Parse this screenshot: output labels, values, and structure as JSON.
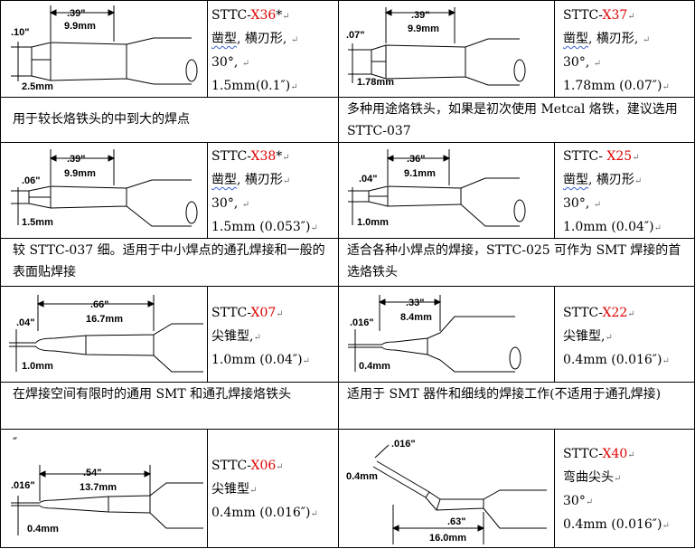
{
  "entries": [
    {
      "model_prefix": "STTC-",
      "model_code": "X36",
      "model_suffix": "*",
      "shape_word": "凿型",
      "shape_rest": ", 横刃形, ",
      "angle": "30°, ",
      "size": "1.5mm(0.1″)",
      "description": "用于较长烙铁头的中到大的焊点",
      "dims": {
        "length_in": ".39\"",
        "length_mm": "9.9mm",
        "width_in": ".10\"",
        "tip_mm": "2.5mm"
      }
    },
    {
      "model_prefix": "STTC-",
      "model_code": "X37",
      "model_suffix": "",
      "shape_word": "凿型",
      "shape_rest": ", 横刃形, ",
      "angle": "30°, ",
      "size": "1.78mm (0.07″)",
      "description": "多种用途烙铁头，如果是初次使用 Metcal 烙铁，建议选用 STTC-037",
      "dims": {
        "length_in": ".39\"",
        "length_mm": "9.9mm",
        "width_in": ".07\"",
        "tip_mm": "1.78mm"
      }
    },
    {
      "model_prefix": "STTC-",
      "model_code": "X38",
      "model_suffix": "*",
      "shape_word": "凿型",
      "shape_rest": ", 横刃形",
      "angle": "30°, ",
      "size": "1.5mm (0.053″)",
      "description": "较 STTC-037 细。适用于中小焊点的通孔焊接和一般的表面贴焊接",
      "dims": {
        "length_in": ".39\"",
        "length_mm": "9.9mm",
        "width_in": ".06\"",
        "tip_mm": "1.5mm"
      }
    },
    {
      "model_prefix": "STTC- ",
      "model_code": "X25",
      "model_suffix": "",
      "shape_word": "凿型",
      "shape_rest": ", 横刃形",
      "angle": "30°, ",
      "size": "1.0mm (0.04″)",
      "description": "适合各种小焊点的焊接，STTC-025 可作为 SMT 焊接的首选烙铁头",
      "dims": {
        "length_in": ".36\"",
        "length_mm": "9.1mm",
        "width_in": ".04\"",
        "tip_mm": "1.0mm"
      }
    },
    {
      "model_prefix": "STTC-",
      "model_code": "X07",
      "model_suffix": "",
      "shape_word": "",
      "shape_rest": "尖锥型,",
      "angle": "",
      "size": "1.0mm (0.04″)",
      "description": "在焊接空间有限时的通用 SMT 和通孔焊接烙铁头",
      "dims": {
        "length_in": ".66\"",
        "length_mm": "16.7mm",
        "width_in": ".04\"",
        "tip_mm": "1.0mm"
      }
    },
    {
      "model_prefix": "STTC-",
      "model_code": "X22",
      "model_suffix": "",
      "shape_word": "",
      "shape_rest": "尖锥型,",
      "angle": "",
      "size": "0.4mm (0.016″)",
      "description": "适用于 SMT 器件和细线的焊接工作(不适用于通孔焊接)",
      "dims": {
        "length_in": ".33\"",
        "length_mm": "8.4mm",
        "width_in": ".016\"",
        "tip_mm": "0.4mm"
      }
    },
    {
      "model_prefix": "STTC-",
      "model_code": "X06",
      "model_suffix": "",
      "shape_word": "",
      "shape_rest": "尖锥型",
      "angle": "",
      "size": "0.4mm (0.016″)",
      "description": "",
      "stray_mark": "″",
      "dims": {
        "length_in": ".54\"",
        "length_mm": "13.7mm",
        "width_in": ".016\"",
        "tip_mm": "0.4mm"
      }
    },
    {
      "model_prefix": "STTC-",
      "model_code": "X40",
      "model_suffix": "",
      "shape_word": "",
      "shape_rest": "弯曲尖头",
      "angle": "30°",
      "size": "0.4mm (0.016″)",
      "description": "",
      "dims": {
        "length_in": ".63\"",
        "length_mm": "16.0mm",
        "width_in": ".016\"",
        "tip_mm": "0.4mm"
      }
    }
  ],
  "paragraph_mark": "↵"
}
